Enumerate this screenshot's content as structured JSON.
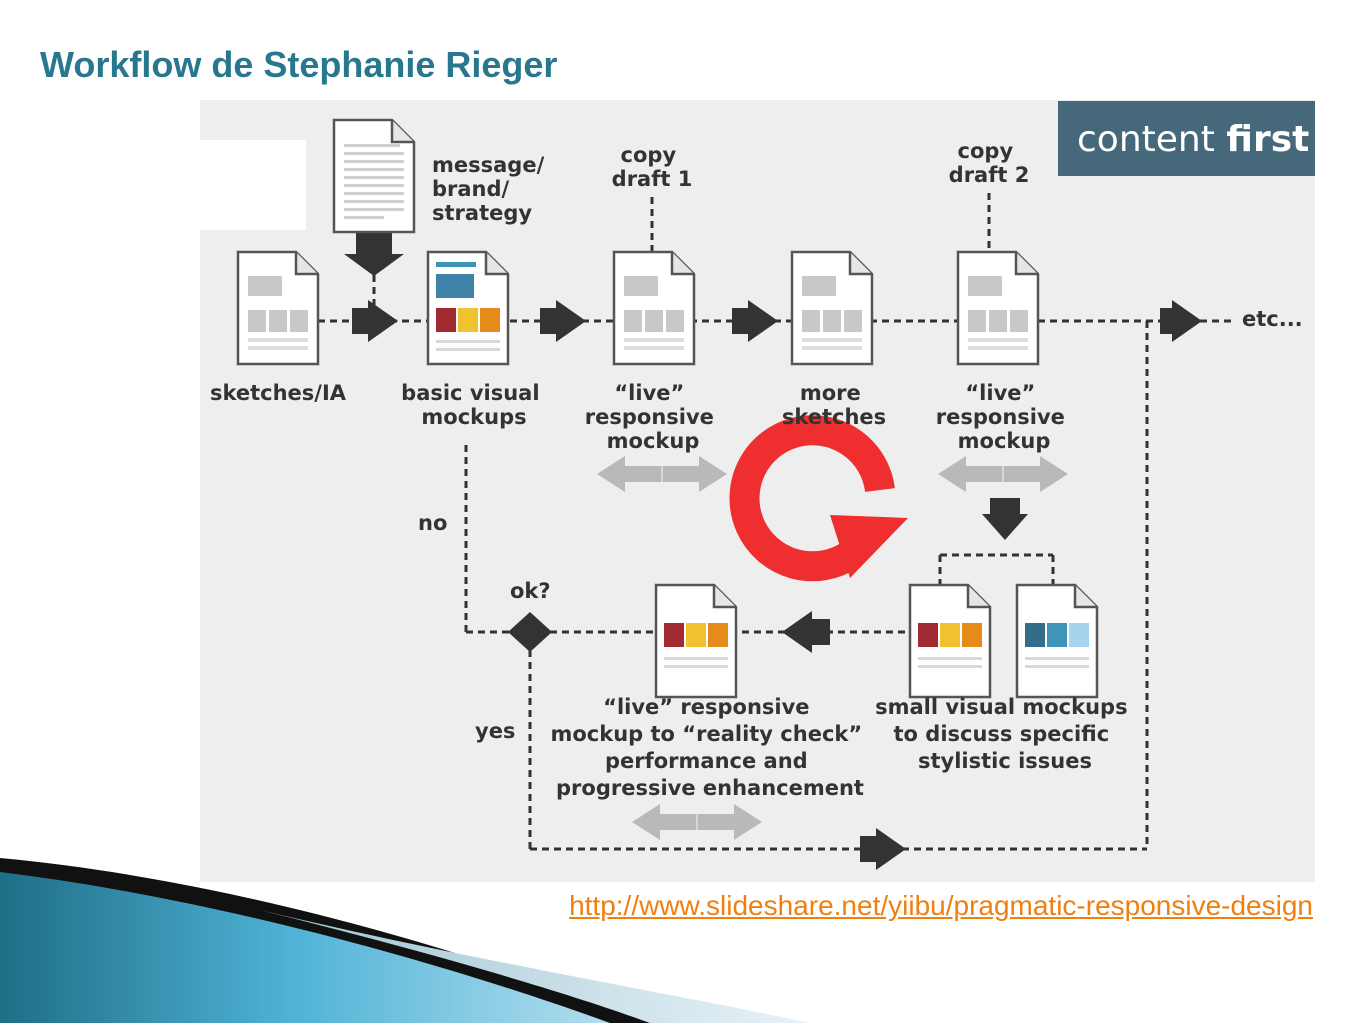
{
  "title": "Workflow de Stephanie Rieger",
  "banner": {
    "light": "content",
    "bold": "first",
    "color": "#45697a"
  },
  "source_link": "http://www.slideshare.net/yiibu/pragmatic-responsive-design",
  "colors": {
    "title": "#27788e",
    "link": "#f07f12",
    "cycle_icon": "#ee2e2f",
    "red": "#a22a33",
    "yellow": "#f1c230",
    "orange": "#e68a1c",
    "dark_blue": "#346c8a",
    "mid_blue": "#3f95b8",
    "light_blue": "#a7d3ee"
  },
  "labels": {
    "message": [
      "message/",
      "brand/",
      "strategy"
    ],
    "copy1": [
      "copy",
      "draft 1"
    ],
    "copy2": [
      "copy",
      "draft 2"
    ],
    "sketches": [
      "sketches/IA"
    ],
    "basic": [
      "basic visual",
      "mockups"
    ],
    "live1": [
      "“live”",
      "responsive",
      "mockup"
    ],
    "more": [
      "more",
      "sketches"
    ],
    "live2": [
      "“live”",
      "responsive",
      "mockup"
    ],
    "etc": "etc...",
    "no": "no",
    "ok": "ok?",
    "yes": "yes",
    "live3": [
      "“live” responsive",
      "mockup to “reality check”",
      "performance and",
      "progressive enhancement"
    ],
    "small": [
      "small visual mockups",
      "to discuss specific",
      "stylistic issues"
    ]
  },
  "icons": [
    "document-icon",
    "arrow-icon",
    "decision-diamond-icon",
    "responsive-arrows-icon",
    "refresh-cycle-icon"
  ]
}
